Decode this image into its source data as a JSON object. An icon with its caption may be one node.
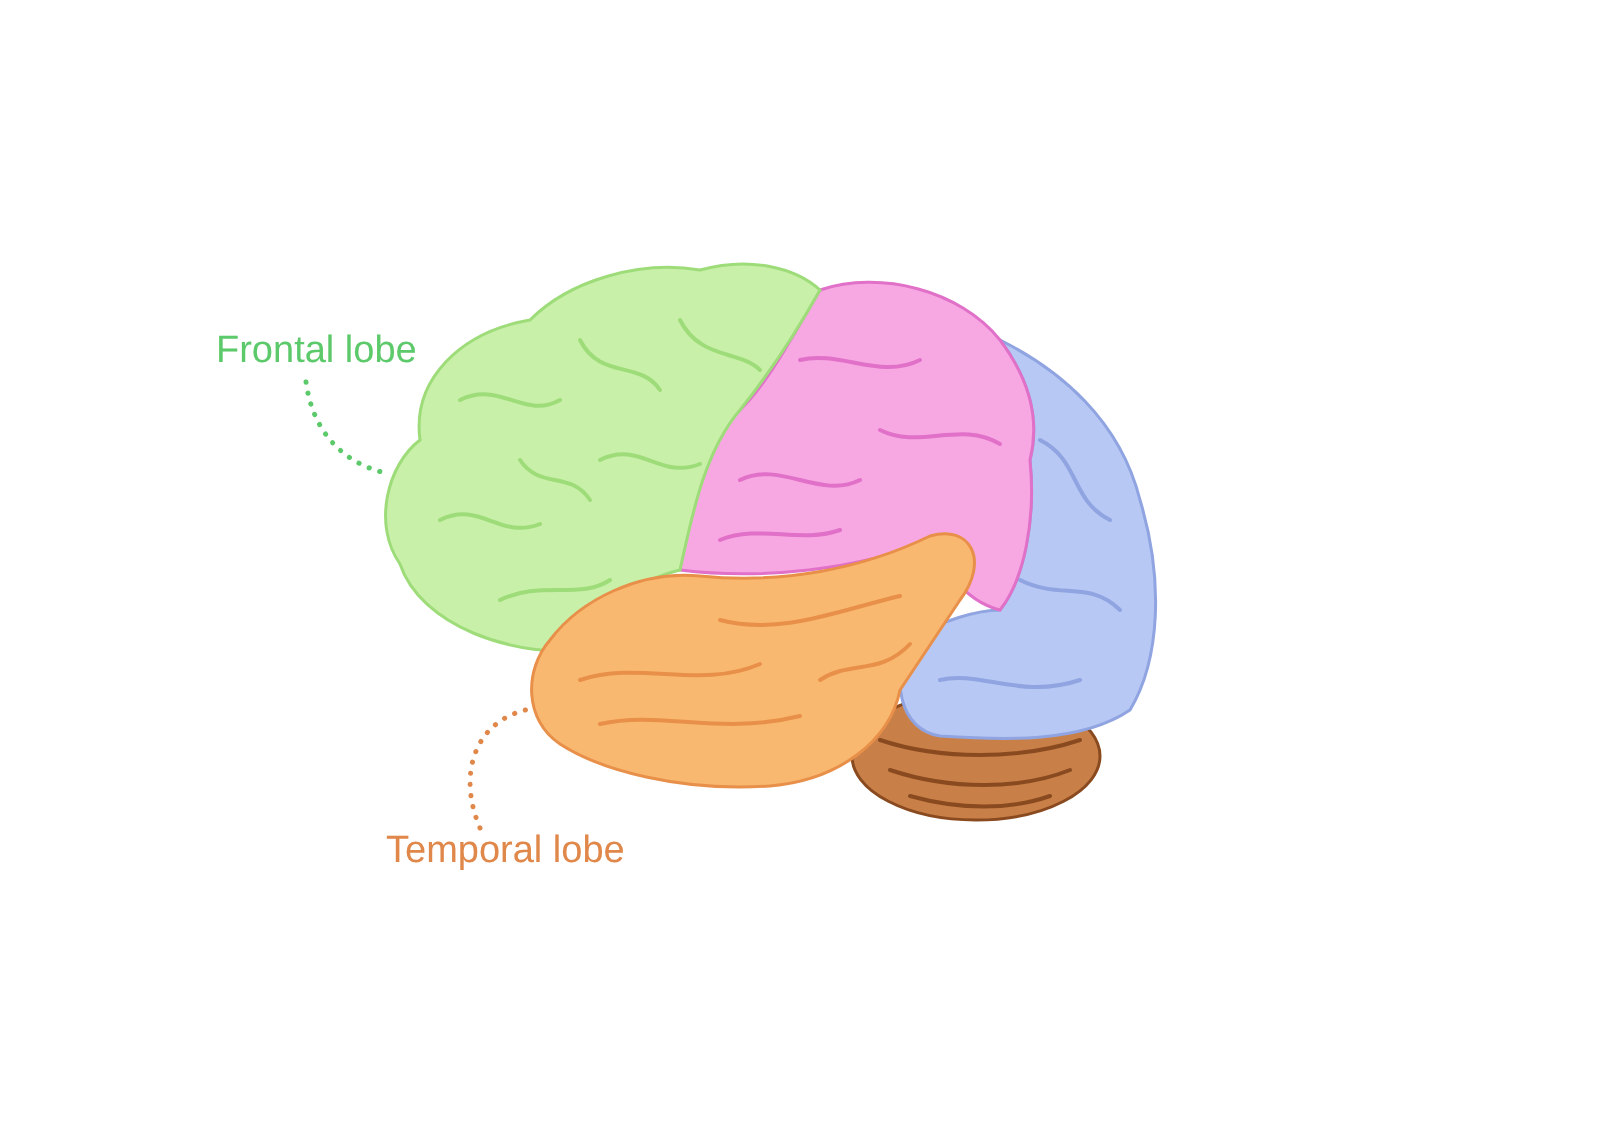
{
  "diagram": {
    "nodes": [
      {
        "text": [
          "Frontal lobe"
        ]
      },
      {
        "text": [],
        "shape": "picture"
      },
      {
        "text": [
          "Temporal lobe"
        ]
      },
      {
        "text": [],
        "shape": "picture"
      }
    ],
    "edges": [
      {
        "from": 0,
        "to": 1,
        "arrow": "none",
        "style": "dashed",
        "color": "#5cc96a"
      },
      {
        "from": 2,
        "to": 3,
        "arrow": "none",
        "style": "dashed",
        "color": "#e0874a"
      }
    ]
  }
}
